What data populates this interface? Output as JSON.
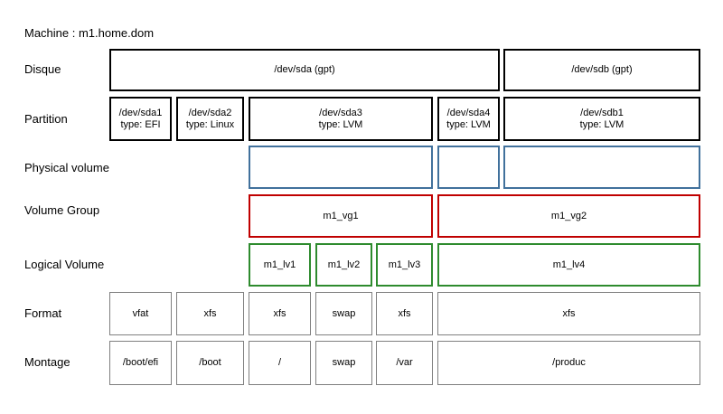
{
  "machine_label": "Machine : m1.home.dom",
  "rows": {
    "disk": "Disque",
    "partition": "Partition",
    "pv": "Physical volume",
    "vg": "Volume Group",
    "lv": "Logical Volume",
    "format": "Format",
    "mount": "Montage"
  },
  "disks": {
    "sda": "/dev/sda (gpt)",
    "sdb": "/dev/sdb (gpt)"
  },
  "partitions": {
    "sda1": {
      "name": "/dev/sda1",
      "type": "type: EFI"
    },
    "sda2": {
      "name": "/dev/sda2",
      "type": "type: Linux"
    },
    "sda3": {
      "name": "/dev/sda3",
      "type": "type: LVM"
    },
    "sda4": {
      "name": "/dev/sda4",
      "type": "type: LVM"
    },
    "sdb1": {
      "name": "/dev/sdb1",
      "type": "type: LVM"
    }
  },
  "volume_groups": {
    "vg1": "m1_vg1",
    "vg2": "m1_vg2"
  },
  "logical_volumes": {
    "lv1": "m1_lv1",
    "lv2": "m1_lv2",
    "lv3": "m1_lv3",
    "lv4": "m1_lv4"
  },
  "formats": {
    "f1": "vfat",
    "f2": "xfs",
    "f3": "xfs",
    "f4": "swap",
    "f5": "xfs",
    "f6": "xfs"
  },
  "mounts": {
    "m1": "/boot/efi",
    "m2": "/boot",
    "m3": "/",
    "m4": "swap",
    "m5": "/var",
    "m6": "/produc"
  },
  "colors": {
    "disk_partition_border": "#000000",
    "pv_border": "#41719c",
    "vg_border": "#c00000",
    "lv_border": "#2e8b2e",
    "format_mount_border": "#7f7f7f"
  }
}
